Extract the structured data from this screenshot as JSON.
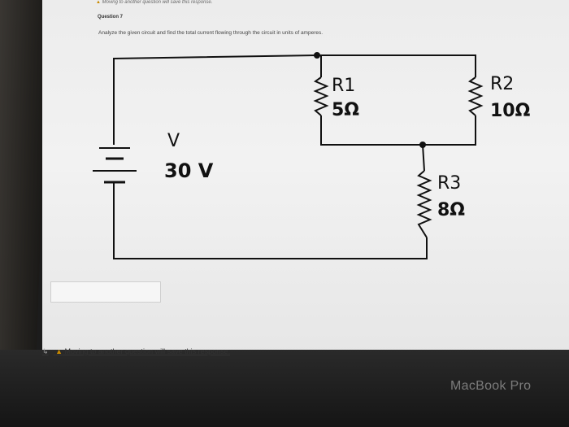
{
  "header": {
    "warning_text": "Moving to another question will save this response.",
    "question_label": "Question 7",
    "question_text": "Analyze the given circuit and find the total current flowing through the circuit in units of amperes."
  },
  "circuit": {
    "source_label": "V",
    "source_value": "30 V",
    "resistors": [
      {
        "name": "R1",
        "value": "5Ω"
      },
      {
        "name": "R2",
        "value": "10Ω"
      },
      {
        "name": "R3",
        "value": "8Ω"
      }
    ]
  },
  "answer": {
    "value": ""
  },
  "footer": {
    "warning_text": "Moving to another question will save this response.",
    "brand": "MacBook Pro"
  }
}
